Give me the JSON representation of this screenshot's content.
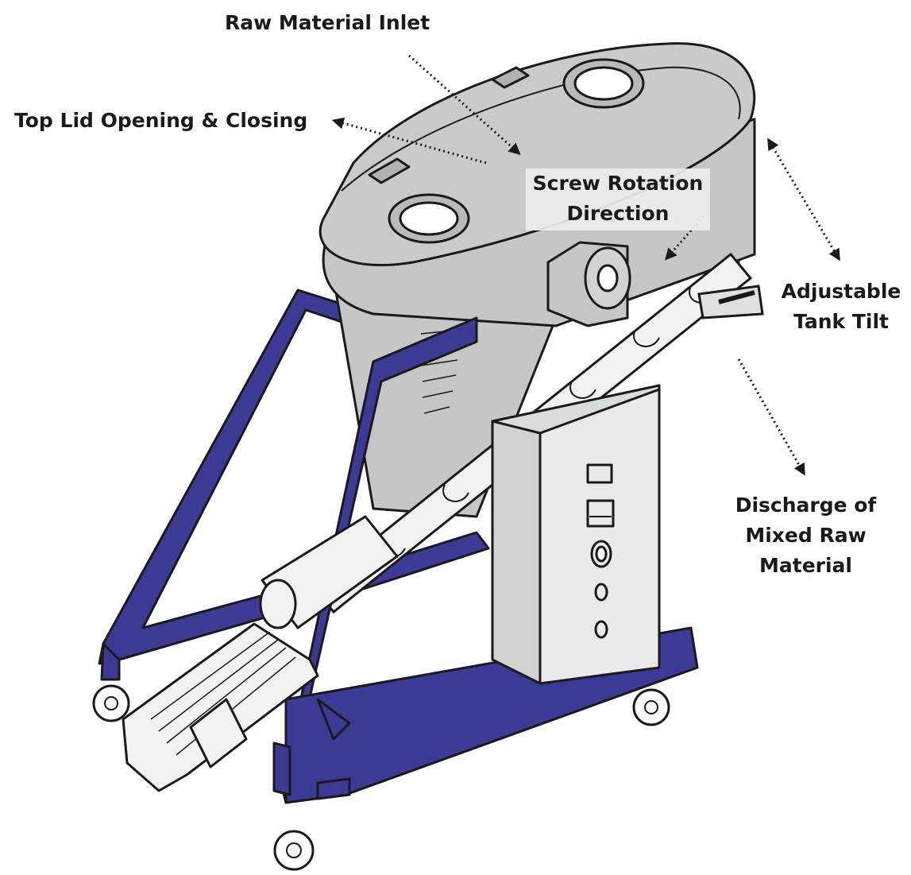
{
  "labels": {
    "raw_material_inlet": "Raw Material Inlet",
    "top_lid": "Top Lid Opening & Closing",
    "screw_rotation_line1": "Screw Rotation",
    "screw_rotation_line2": "Direction",
    "adjustable_line1": "Adjustable",
    "adjustable_line2": "Tank Tilt",
    "discharge_line1": "Discharge of",
    "discharge_line2": "Mixed Raw",
    "discharge_line3": "Material"
  },
  "colors": {
    "frame": "#3d3a96",
    "tank": "#c4c7c6",
    "cabinet": "#e7ebe9",
    "outline": "#1a1a1a",
    "text": "#1a1a1a"
  }
}
